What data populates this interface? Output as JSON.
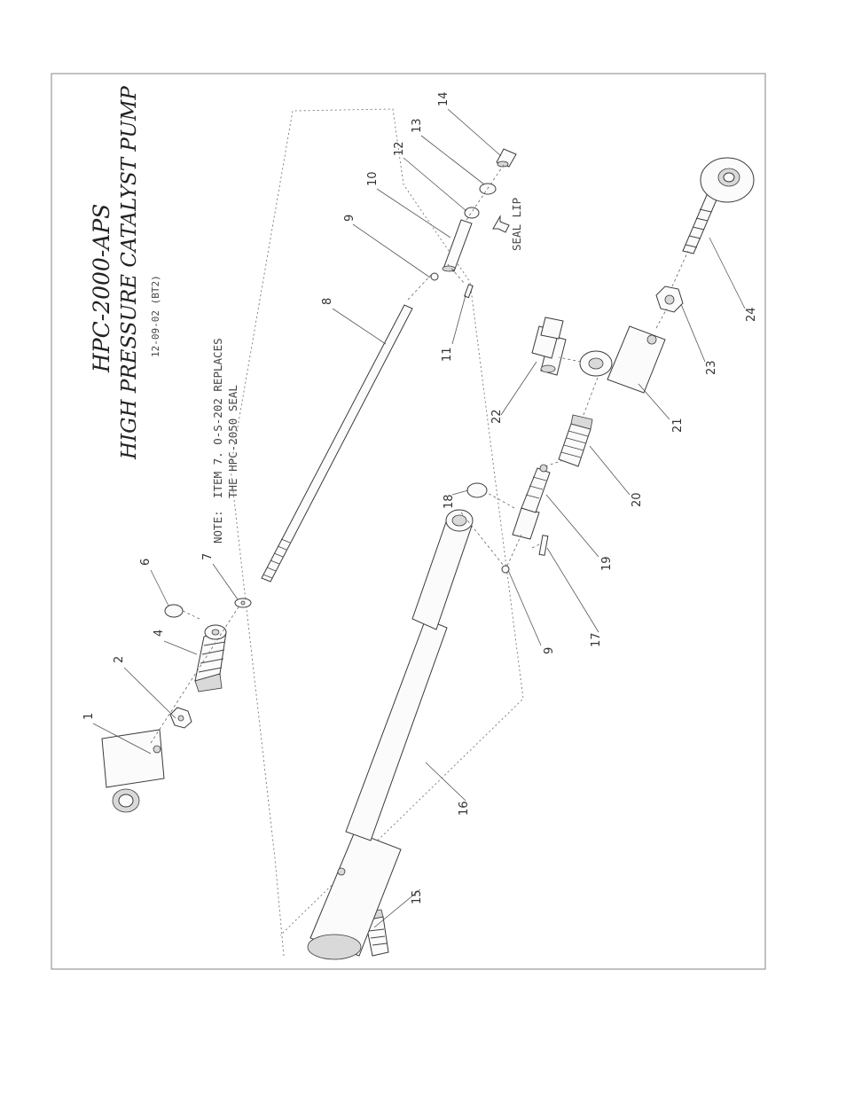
{
  "title": {
    "model": "HPC-2000-APS",
    "name": "HIGH PRESSURE CATALYST PUMP",
    "date_code": "12-09-02  (BT2)"
  },
  "note": {
    "label": "NOTE:",
    "line1": "ITEM 7. O-S-202 REPLACES",
    "line2": "THE HPC-2050 SEAL"
  },
  "seal_lip_label": "SEAL LIP",
  "part_numbers": [
    "1",
    "2",
    "4",
    "6",
    "7",
    "8",
    "9",
    "10",
    "11",
    "12",
    "13",
    "14",
    "15",
    "16",
    "9",
    "17",
    "18",
    "19",
    "20",
    "21",
    "22",
    "23",
    "24"
  ]
}
